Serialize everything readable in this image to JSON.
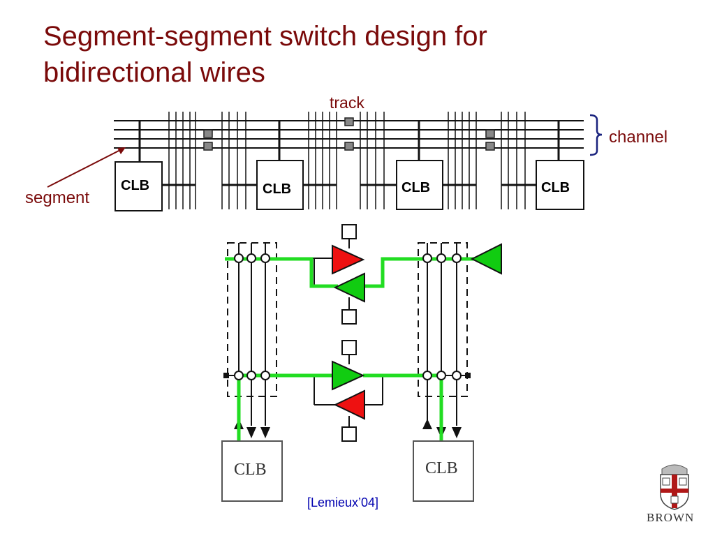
{
  "slide": {
    "title_line1": "Segment-segment switch design for",
    "title_line2": "bidirectional wires"
  },
  "labels": {
    "track": "track",
    "channel": "channel",
    "segment": "segment"
  },
  "top_diagram": {
    "clb_labels": [
      "CLB",
      "CLB",
      "CLB",
      "CLB"
    ]
  },
  "bottom_diagram": {
    "clb_labels": [
      "CLB",
      "CLB"
    ],
    "citation": "[Lemieux’04]"
  },
  "logo": {
    "wordmark": "BROWN"
  },
  "colors": {
    "title": "#7a0a0a",
    "highlight_wire": "#22dd22",
    "driver_active": "#11cc11",
    "driver_inactive": "#ee1111",
    "citation": "#0000b0"
  }
}
